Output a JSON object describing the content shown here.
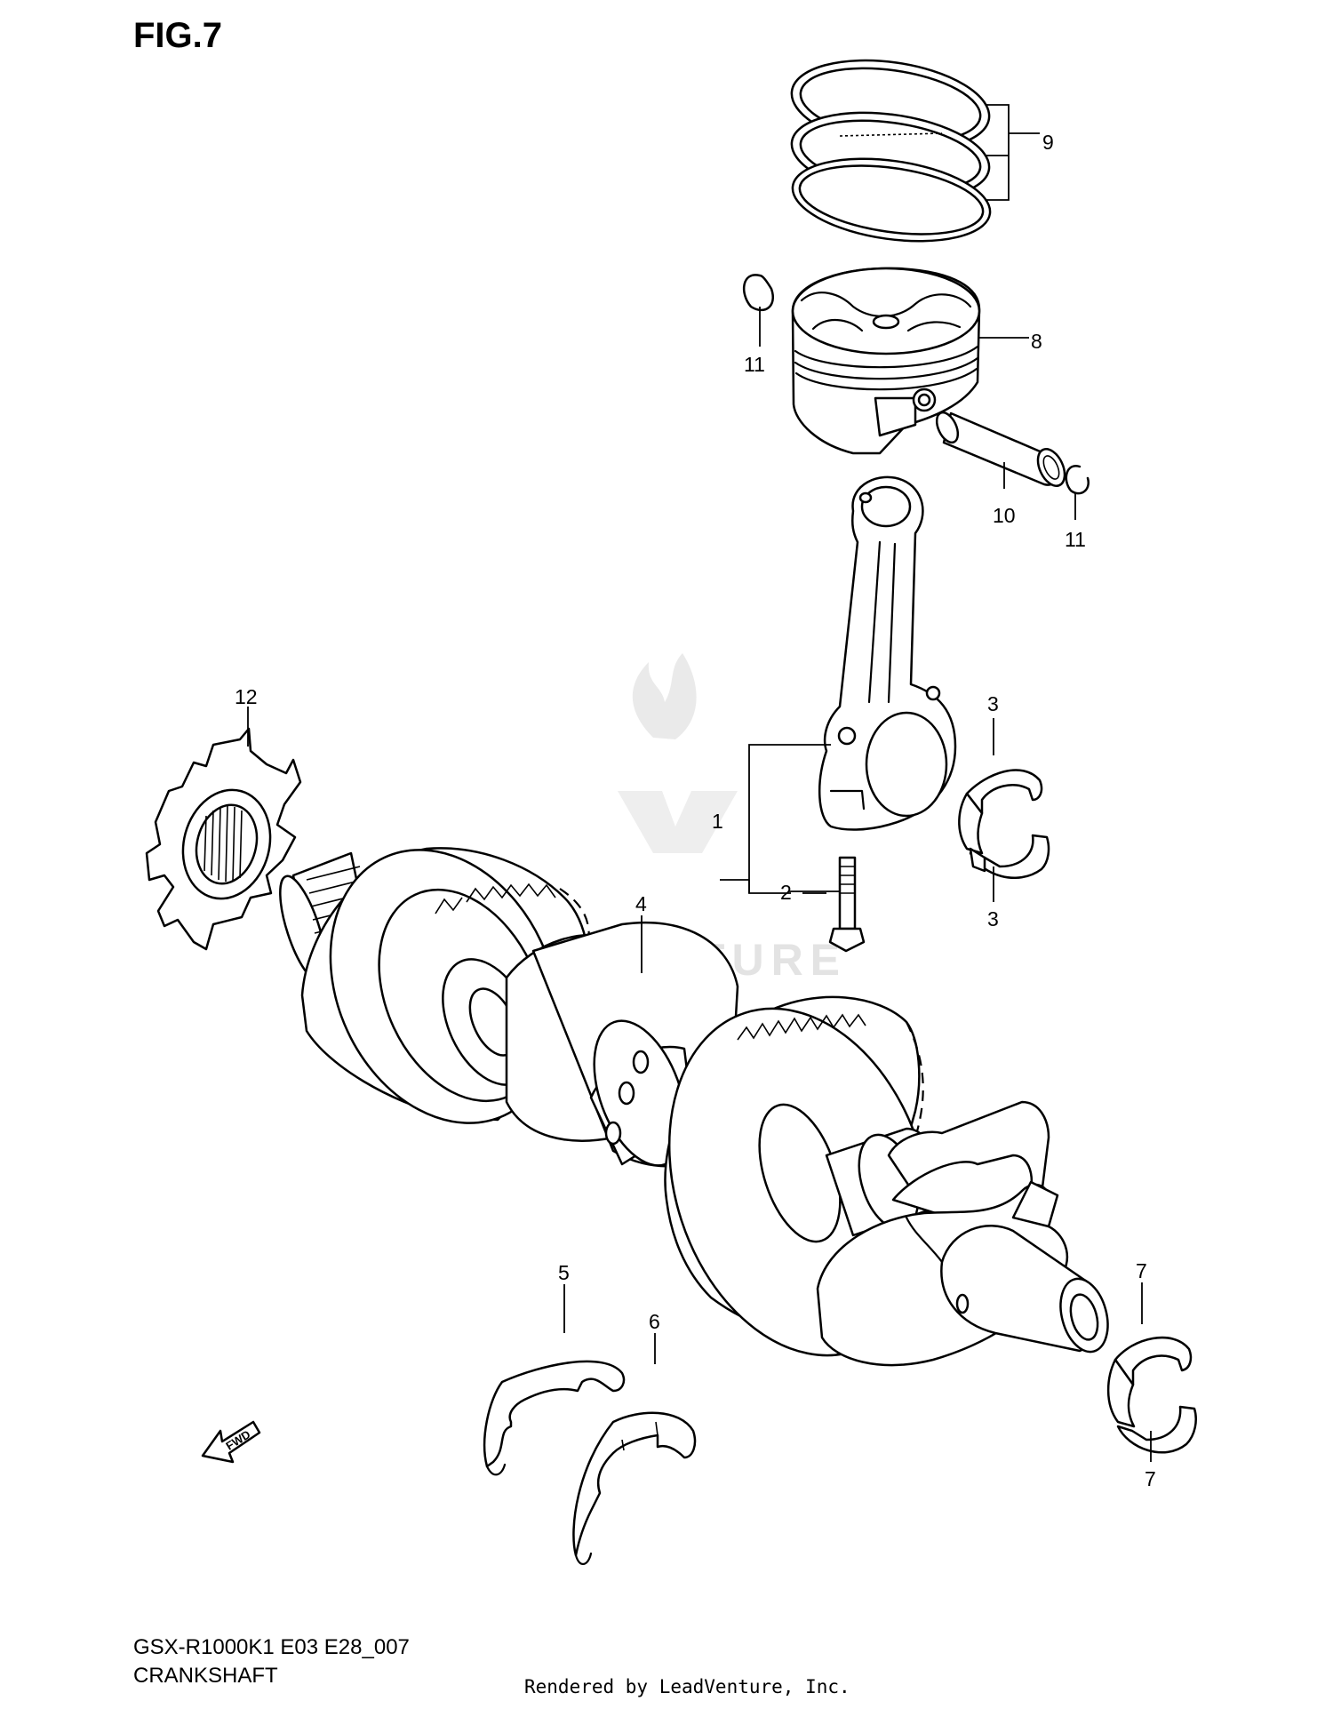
{
  "figure": {
    "title": "FIG.7",
    "model_code": "GSX-R1000K1 E03 E28_007",
    "section_name": "CRANKSHAFT",
    "rendered_by": "Rendered by LeadVenture, Inc.",
    "watermark": "LEADVENTURE",
    "fwd_label": "FWD"
  },
  "callouts": {
    "c1": "1",
    "c2": "2",
    "c3a": "3",
    "c3b": "3",
    "c4": "4",
    "c5": "5",
    "c6": "6",
    "c7a": "7",
    "c7b": "7",
    "c8": "8",
    "c9": "9",
    "c10": "10",
    "c11a": "11",
    "c11b": "11",
    "c12": "12"
  }
}
